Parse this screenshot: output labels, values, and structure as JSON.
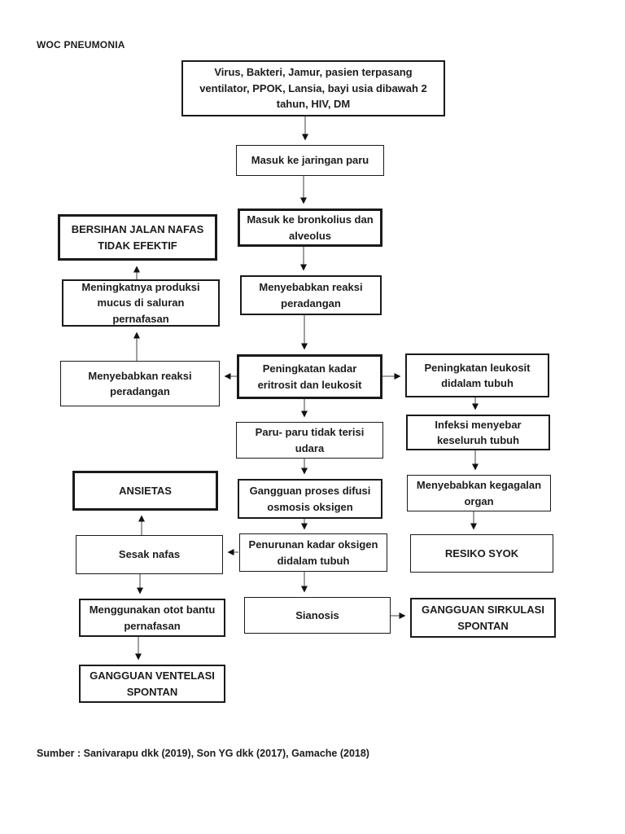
{
  "page": {
    "title": "WOC PNEUMONIA",
    "source": "Sumber : Sanivarapu dkk (2019), Son YG dkk (2017), Gamache (2018)"
  },
  "colors": {
    "background": "#ffffff",
    "box_border": "#1a1a1a",
    "text": "#1c1c1c",
    "connector_line": "#6b6b6b",
    "arrowhead": "#111111"
  },
  "nodes": {
    "etiology": "Virus, Bakteri, Jamur, pasien terpasang ventilator, PPOK, Lansia, bayi usia dibawah 2 tahun, HIV, DM",
    "masuk_jaringan_paru": "Masuk ke jaringan paru",
    "masuk_bronkolius": "Masuk ke bronkolius dan alveolus",
    "reaksi_peradangan_tengah": "Menyebabkan reaksi peradangan",
    "peningkatan_eritrosit": "Peningkatan kadar eritrosit dan leukosit",
    "paru_tidak_terisi": "Paru- paru tidak terisi udara",
    "gangguan_difusi": "Gangguan proses difusi osmosis oksigen",
    "penurunan_oksigen": "Penurunan kadar oksigen didalam tubuh",
    "sianosis": "Sianosis",
    "bersihan_jalan_nafas": "BERSIHAN JALAN NAFAS TIDAK EFEKTIF",
    "produksi_mucus": "Meningkatnya produksi mucus di saluran pernafasan",
    "reaksi_peradangan_kiri": "Menyebabkan reaksi peradangan",
    "ansietas": "ANSIETAS",
    "sesak_nafas": "Sesak nafas",
    "otot_bantu": "Menggunakan otot bantu pernafasan",
    "gangguan_ventelasi": "GANGGUAN VENTELASI SPONTAN",
    "peningkatan_leukosit": "Peningkatan leukosit didalam tubuh",
    "infeksi_menyebar": "Infeksi menyebar keseluruh tubuh",
    "kegagalan_organ": "Menyebabkan kegagalan organ",
    "resiko_syok": "RESIKO SYOK",
    "gangguan_sirkulasi": "GANGGUAN SIRKULASI SPONTAN"
  },
  "edges": [
    {
      "from": "etiology",
      "to": "masuk_jaringan_paru",
      "direction": "down"
    },
    {
      "from": "masuk_jaringan_paru",
      "to": "masuk_bronkolius",
      "direction": "down"
    },
    {
      "from": "masuk_bronkolius",
      "to": "reaksi_peradangan_tengah",
      "direction": "down"
    },
    {
      "from": "reaksi_peradangan_tengah",
      "to": "peningkatan_eritrosit",
      "direction": "down"
    },
    {
      "from": "peningkatan_eritrosit",
      "to": "reaksi_peradangan_kiri",
      "direction": "left"
    },
    {
      "from": "peningkatan_eritrosit",
      "to": "peningkatan_leukosit",
      "direction": "right"
    },
    {
      "from": "peningkatan_eritrosit",
      "to": "paru_tidak_terisi",
      "direction": "down"
    },
    {
      "from": "paru_tidak_terisi",
      "to": "gangguan_difusi",
      "direction": "down"
    },
    {
      "from": "gangguan_difusi",
      "to": "penurunan_oksigen",
      "direction": "down"
    },
    {
      "from": "penurunan_oksigen",
      "to": "sesak_nafas",
      "direction": "left"
    },
    {
      "from": "penurunan_oksigen",
      "to": "sianosis",
      "direction": "down"
    },
    {
      "from": "sianosis",
      "to": "gangguan_sirkulasi",
      "direction": "right"
    },
    {
      "from": "produksi_mucus",
      "to": "bersihan_jalan_nafas",
      "direction": "up"
    },
    {
      "from": "reaksi_peradangan_kiri",
      "to": "produksi_mucus",
      "direction": "up"
    },
    {
      "from": "sesak_nafas",
      "to": "ansietas",
      "direction": "up"
    },
    {
      "from": "sesak_nafas",
      "to": "otot_bantu",
      "direction": "down"
    },
    {
      "from": "otot_bantu",
      "to": "gangguan_ventelasi",
      "direction": "down"
    },
    {
      "from": "peningkatan_leukosit",
      "to": "infeksi_menyebar",
      "direction": "down"
    },
    {
      "from": "infeksi_menyebar",
      "to": "kegagalan_organ",
      "direction": "down"
    },
    {
      "from": "kegagalan_organ",
      "to": "resiko_syok",
      "direction": "down"
    }
  ]
}
